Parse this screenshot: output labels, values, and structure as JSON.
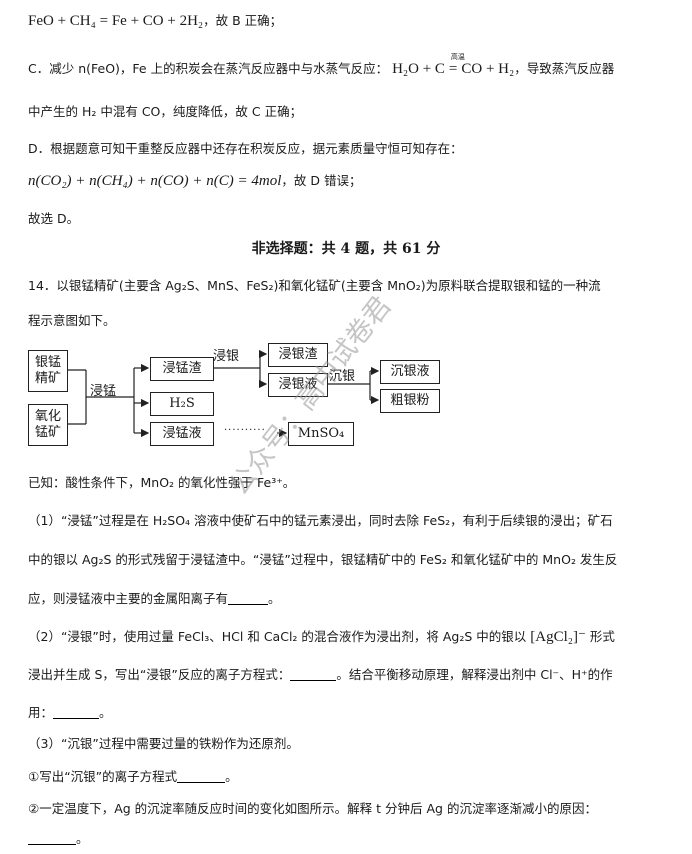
{
  "lines": {
    "l1_eq": "FeO + CH₄ = Fe + CO + 2H₂",
    "l1_text": "，故 B 正确；",
    "l2_text_a": "C．减少 n(FeO)，Fe 上的积炭会在蒸汽反应器中与水蒸气反应：",
    "l2_eq_left": "H₂O + C",
    "l2_cond": "高温",
    "l2_eq_right": "CO + H₂",
    "l2_text_b": "，导致蒸汽反应器",
    "l3_text": "中产生的 H₂ 中混有 CO，纯度降低，故 C 正确；",
    "l4_text": "D．根据题意可知干重整反应器中还存在积炭反应，据元素质量守恒可知存在：",
    "l5_eq": "n(CO₂) + n(CH₄) + n(CO) + n(C) = 4mol",
    "l5_text": "，故 D 错误；",
    "l6_text": "故选 D。",
    "heading": "非选择题：共 4 题，共 61 分",
    "q14_a": "14．以银锰精矿(主要含 Ag₂S、MnS、FeS₂)和氧化锰矿(主要含 MnO₂)为原料联合提取银和锰的一种流",
    "q14_b": "程示意图如下。",
    "known": "已知：酸性条件下，MnO₂ 的氧化性强于 Fe³⁺。",
    "p1_a": "（1）“浸锰”过程是在 H₂SO₄ 溶液中使矿石中的锰元素浸出，同时去除 FeS₂，有利于后续银的浸出；矿石",
    "p1_b": "中的银以 Ag₂S 的形式残留于浸锰渣中。“浸锰”过程中，银锰精矿中的 FeS₂ 和氧化锰矿中的 MnO₂ 发生反",
    "p1_c": "应，则浸锰液中主要的金属阳离子有",
    "p2_a1": "（2）“浸银”时，使用过量 FeCl₃、HCl 和 CaCl₂ 的混合液作为浸出剂，将 Ag₂S 中的银以",
    "p2_complex": "[AgCl₂]⁻",
    "p2_a2": "形式",
    "p2_b1": "浸出并生成 S，写出“浸银”反应的离子方程式：",
    "p2_b2": "。结合平衡移动原理，解释浸出剂中 Cl⁻、H⁺的作",
    "p2_c": "用：",
    "p3": "（3）“沉银”过程中需要过量的铁粉作为还原剂。",
    "p3_1": "①写出“沉银”的离子方程式",
    "p3_2": "②一定温度下，Ag 的沉淀率随反应时间的变化如图所示。解释 t 分钟后 Ag 的沉淀率逐渐减小的原因：",
    "period": "。"
  },
  "diagram": {
    "box_a": "银锰\n精矿",
    "box_b": "氧化\n锰矿",
    "lbl_jm": "浸锰",
    "box_jmz": "浸锰渣",
    "box_h2s": "H₂S",
    "box_jmy": "浸锰液",
    "lbl_jy": "浸银",
    "box_jyz": "浸银渣",
    "box_jyy": "浸银液",
    "lbl_cy": "沉银",
    "box_cyy": "沉银液",
    "box_cyf": "粗银粉",
    "dots": "··········",
    "box_mnso4": "MnSO₄"
  },
  "watermark": "公众号：高中试卷君"
}
